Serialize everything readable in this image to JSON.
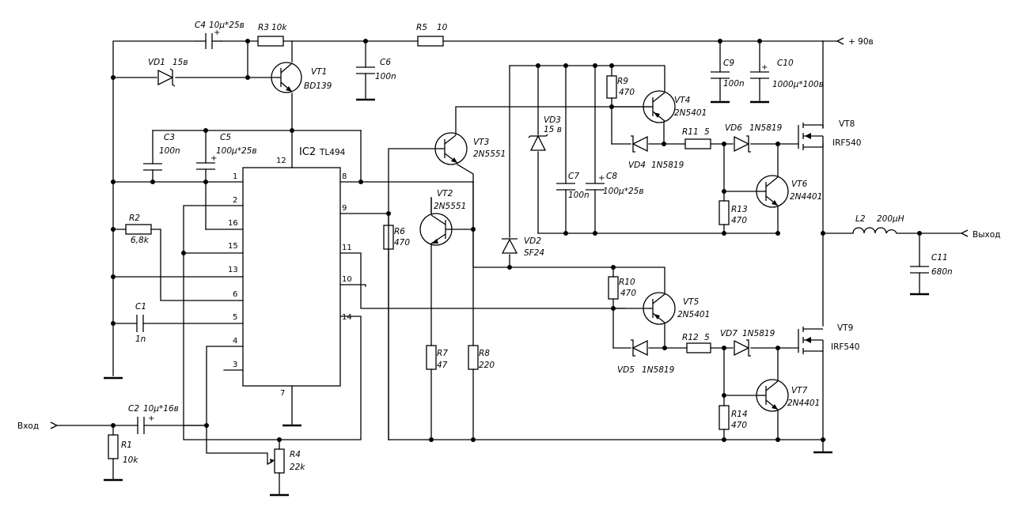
{
  "ports": {
    "vin": "Вход",
    "vout": "Выход",
    "vsupply": "+ 90в"
  },
  "ic": {
    "ref": "IC2",
    "part": "TL494"
  },
  "ic_pins": {
    "p1": "1",
    "p2": "2",
    "p16": "16",
    "p15": "15",
    "p13": "13",
    "p6": "6",
    "p5": "5",
    "p4": "4",
    "p3": "3",
    "p12": "12",
    "p7": "7",
    "p8": "8",
    "p9": "9",
    "p11": "11",
    "p10": "10",
    "p14": "14"
  },
  "components": {
    "C4": {
      "ref": "C4",
      "value": "10µ*25в"
    },
    "R3": {
      "ref": "R3",
      "value": "10k"
    },
    "VD1": {
      "ref": "VD1",
      "value": "15в"
    },
    "VT1": {
      "ref": "VT1",
      "value": "BD139"
    },
    "C6": {
      "ref": "C6",
      "value": "100n"
    },
    "R5": {
      "ref": "R5",
      "value": "10"
    },
    "C9": {
      "ref": "C9",
      "value": "100n"
    },
    "C10": {
      "ref": "C10",
      "value": "1000µ*100в"
    },
    "C3": {
      "ref": "C3",
      "value": "100n"
    },
    "C5": {
      "ref": "C5",
      "value": "100µ*25в"
    },
    "R2": {
      "ref": "R2",
      "value": "6,8k"
    },
    "C1": {
      "ref": "C1",
      "value": "1n"
    },
    "C2": {
      "ref": "C2",
      "value": "10µ*16в"
    },
    "R1": {
      "ref": "R1",
      "value": "10k"
    },
    "R4": {
      "ref": "R4",
      "value": "22k"
    },
    "VT3": {
      "ref": "VT3",
      "value": "2N5551"
    },
    "VT2": {
      "ref": "VT2",
      "value": "2N5551"
    },
    "R6": {
      "ref": "R6",
      "value": "470"
    },
    "R7": {
      "ref": "R7",
      "value": "47"
    },
    "R8": {
      "ref": "R8",
      "value": "220"
    },
    "VD2": {
      "ref": "VD2",
      "value": "SF24"
    },
    "VD3": {
      "ref": "VD3",
      "value": "15 в"
    },
    "C7": {
      "ref": "C7",
      "value": "100n"
    },
    "C8": {
      "ref": "C8",
      "value": "100µ*25в"
    },
    "R9": {
      "ref": "R9",
      "value": "470"
    },
    "VT4": {
      "ref": "VT4",
      "value": "2N5401"
    },
    "VD4": {
      "ref": "VD4",
      "value": "1N5819"
    },
    "R11": {
      "ref": "R11",
      "value": "5"
    },
    "VD6": {
      "ref": "VD6",
      "value": "1N5819"
    },
    "VT8": {
      "ref": "VT8",
      "value": "IRF540"
    },
    "VT6": {
      "ref": "VT6",
      "value": "2N4401"
    },
    "R13": {
      "ref": "R13",
      "value": "470"
    },
    "L2": {
      "ref": "L2",
      "value": "200µH"
    },
    "C11": {
      "ref": "C11",
      "value": "680n"
    },
    "R10": {
      "ref": "R10",
      "value": "470"
    },
    "VT5": {
      "ref": "VT5",
      "value": "2N5401"
    },
    "VD5": {
      "ref": "VD5",
      "value": "1N5819"
    },
    "R12": {
      "ref": "R12",
      "value": "5"
    },
    "VD7": {
      "ref": "VD7",
      "value": "1N5819"
    },
    "VT9": {
      "ref": "VT9",
      "value": "IRF540"
    },
    "VT7": {
      "ref": "VT7",
      "value": "2N4401"
    },
    "R14": {
      "ref": "R14",
      "value": "470"
    }
  },
  "polarity_mark": "+"
}
